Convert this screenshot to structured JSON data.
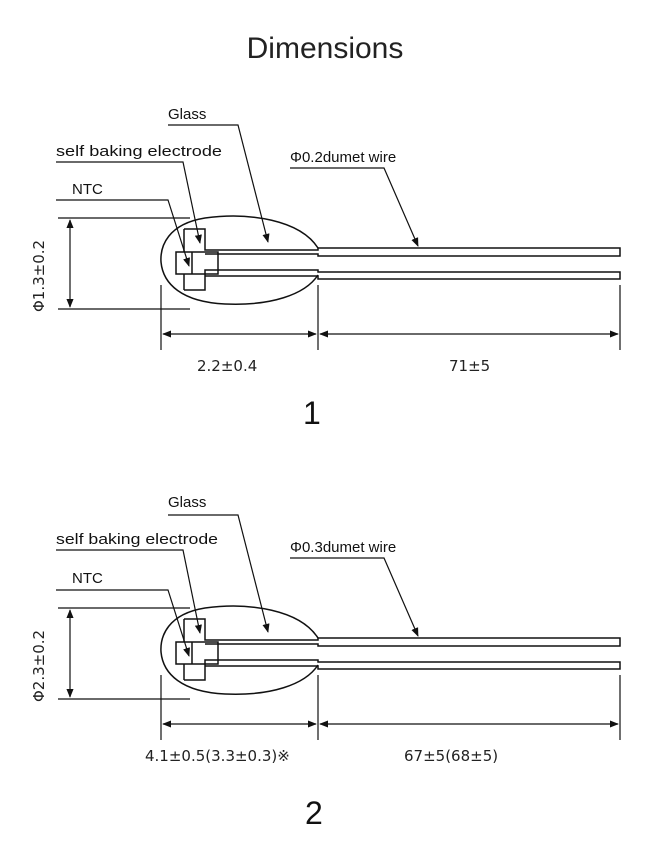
{
  "title": "Dimensions",
  "figures": [
    {
      "number": "1",
      "labels": {
        "glass": "Glass",
        "electrode": "self baking electrode",
        "ntc": "NTC",
        "wire": "Φ0.2dumet wire"
      },
      "dimensions": {
        "diameter": "Φ1.3±0.2",
        "body_length": "2.2±0.4",
        "lead_length": "71±5"
      }
    },
    {
      "number": "2",
      "labels": {
        "glass": "Glass",
        "electrode": "self baking electrode",
        "ntc": "NTC",
        "wire": "Φ0.3dumet  wire"
      },
      "dimensions": {
        "diameter": "Φ2.3±0.2",
        "body_length": "4.1±0.5(3.3±0.3)※",
        "lead_length": "67±5(68±5)"
      }
    }
  ]
}
